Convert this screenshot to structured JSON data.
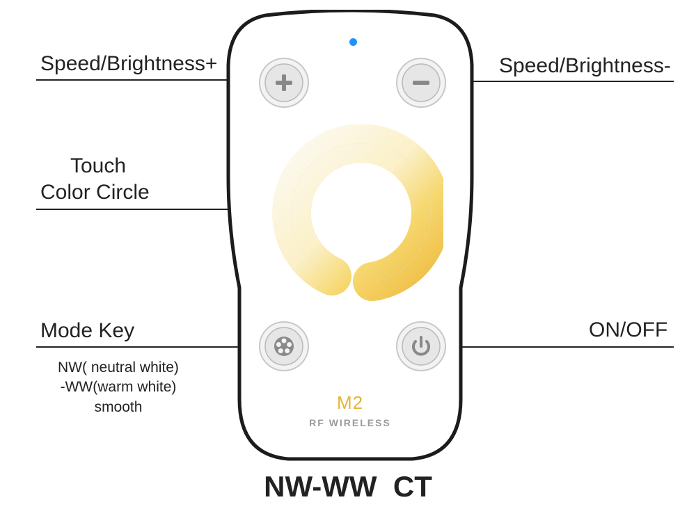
{
  "labels": {
    "speed_plus": "Speed/Brightness+",
    "speed_minus": "Speed/Brightness-",
    "touch_line1": "Touch",
    "touch_line2": "Color Circle",
    "mode_key": "Mode Key",
    "mode_desc_line1": "NW( neutral white)",
    "mode_desc_line2": "-WW(warm white)",
    "mode_desc_line3": "smooth",
    "on_off": "ON/OFF"
  },
  "remote": {
    "brand": "M2",
    "subtitle": "RF WIRELESS",
    "led_color": "#1e90ff",
    "buttons": [
      {
        "id": "plus",
        "icon": "plus-icon"
      },
      {
        "id": "minus",
        "icon": "minus-icon"
      },
      {
        "id": "mode",
        "icon": "mode-dots-icon"
      },
      {
        "id": "power",
        "icon": "power-icon"
      }
    ],
    "color_ring": {
      "cool": "#fbf7ea",
      "warm": "#f1c34a"
    }
  },
  "title": "NW-WW  CT"
}
